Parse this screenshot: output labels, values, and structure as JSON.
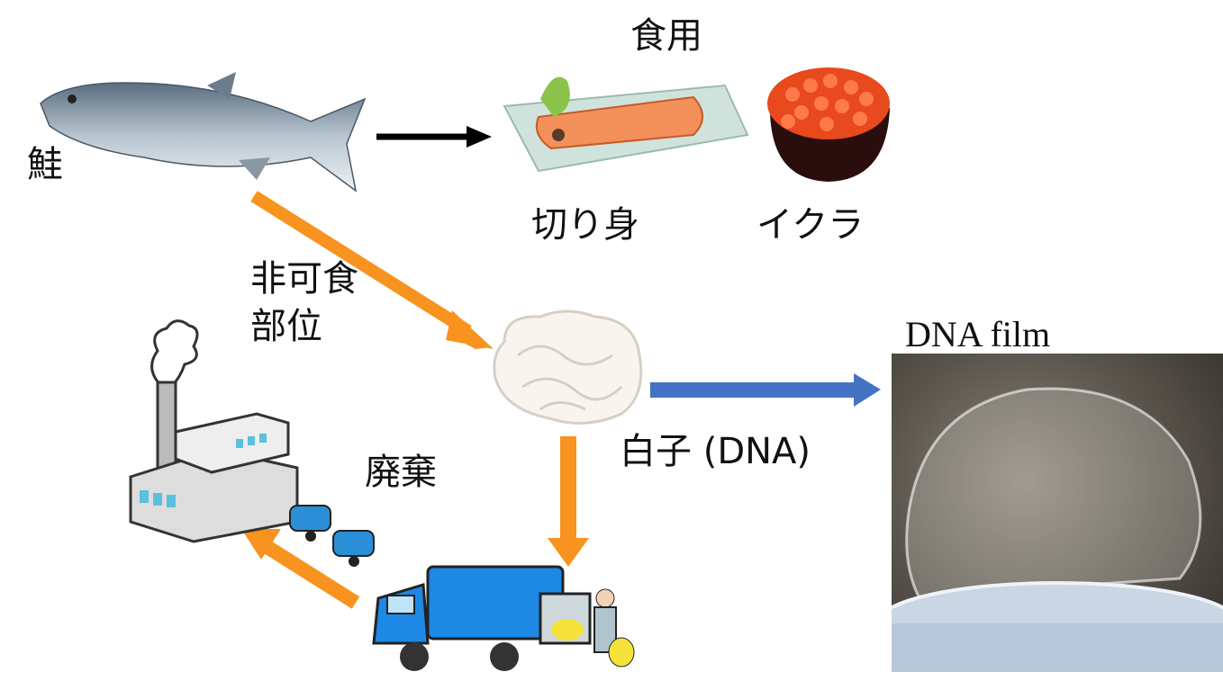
{
  "labels": {
    "edible": "食用",
    "salmon": "鮭",
    "fillet": "切り身",
    "roe": "イクラ",
    "inedible_line1": "非可食",
    "inedible_line2": "部位",
    "dna_film": "DNA film",
    "milt": "白子 (DNA)",
    "disposal": "廃棄"
  },
  "colors": {
    "orange_arrow": "#f7931e",
    "blue_arrow": "#4472c4",
    "black_arrow": "#000000"
  }
}
